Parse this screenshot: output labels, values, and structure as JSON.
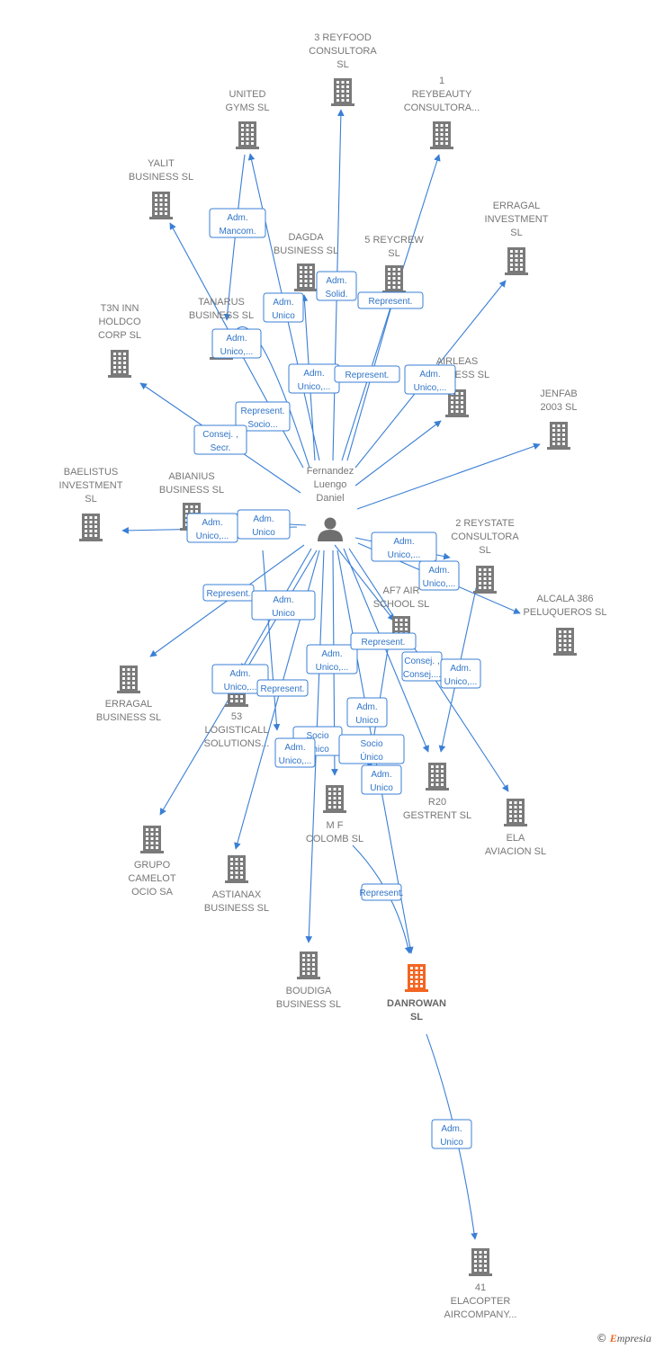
{
  "person": {
    "name_lines": [
      "Fernandez",
      "Luengo",
      "Daniel"
    ]
  },
  "companies": [
    {
      "id": "reyfood",
      "lines": [
        "3 REYFOOD",
        "CONSULTORA",
        "SL"
      ]
    },
    {
      "id": "united",
      "lines": [
        "UNITED",
        "GYMS  SL"
      ]
    },
    {
      "id": "reybeauty",
      "lines": [
        "1",
        "REYBEAUTY",
        "CONSULTORA..."
      ]
    },
    {
      "id": "yalit",
      "lines": [
        "YALIT",
        "BUSINESS  SL"
      ]
    },
    {
      "id": "erragal_inv",
      "lines": [
        "ERRAGAL",
        "INVESTMENT",
        "SL"
      ]
    },
    {
      "id": "dagda",
      "lines": [
        "DAGDA",
        "BUSINESS  SL"
      ]
    },
    {
      "id": "reycrew",
      "lines": [
        "5 REYCREW",
        "SL"
      ]
    },
    {
      "id": "tanarus",
      "lines": [
        "TANARUS",
        "BUSINESS  SL"
      ]
    },
    {
      "id": "t3n",
      "lines": [
        "T3N INN",
        "HOLDCO",
        "CORP  SL"
      ]
    },
    {
      "id": "airleas",
      "lines": [
        "AIRLEAS",
        "BUSINESS  SL"
      ]
    },
    {
      "id": "jenfab",
      "lines": [
        "JENFAB",
        "2003 SL"
      ]
    },
    {
      "id": "baelistus",
      "lines": [
        "BAELISTUS",
        "INVESTMENT",
        "SL"
      ]
    },
    {
      "id": "abianius",
      "lines": [
        "ABIANIUS",
        "BUSINESS  SL"
      ]
    },
    {
      "id": "reystate",
      "lines": [
        "2 REYSTATE",
        "CONSULTORA",
        "SL"
      ]
    },
    {
      "id": "alcala",
      "lines": [
        "ALCALA 386",
        "PELUQUEROS SL"
      ]
    },
    {
      "id": "af7",
      "lines": [
        "AF7 AIR",
        "SCHOOL  SL"
      ]
    },
    {
      "id": "erragal_bus",
      "lines": [
        "ERRAGAL",
        "BUSINESS  SL"
      ]
    },
    {
      "id": "logisticall",
      "lines": [
        "53",
        "LOGISTICALL",
        "SOLUTIONS..."
      ]
    },
    {
      "id": "r20",
      "lines": [
        "R20",
        "GESTRENT  SL"
      ]
    },
    {
      "id": "ela",
      "lines": [
        "ELA",
        "AVIACION SL"
      ]
    },
    {
      "id": "mf",
      "lines": [
        "M F",
        "COLOMB SL"
      ]
    },
    {
      "id": "camelot",
      "lines": [
        "GRUPO",
        "CAMELOT",
        "OCIO SA"
      ]
    },
    {
      "id": "astianax",
      "lines": [
        "ASTIANAX",
        "BUSINESS  SL"
      ]
    },
    {
      "id": "boudiga",
      "lines": [
        "BOUDIGA",
        "BUSINESS  SL"
      ]
    },
    {
      "id": "danrowan",
      "lines": [
        "DANROWAN",
        "SL"
      ],
      "focus": true
    },
    {
      "id": "elacopter",
      "lines": [
        "41",
        "ELACOPTER",
        "AIRCOMPANY..."
      ]
    }
  ],
  "relations": [
    {
      "lines": [
        "Adm.",
        "Mancom."
      ]
    },
    {
      "lines": [
        "Adm.",
        "Solid."
      ]
    },
    {
      "lines": [
        "Adm.",
        "Unico"
      ]
    },
    {
      "lines": [
        "Represent."
      ]
    },
    {
      "lines": [
        "Adm.",
        "Unico,..."
      ]
    },
    {
      "lines": [
        "Adm.",
        "Unico,..."
      ]
    },
    {
      "lines": [
        "Represent."
      ]
    },
    {
      "lines": [
        "Adm.",
        "Unico,..."
      ]
    },
    {
      "lines": [
        "Represent.",
        "Socio..."
      ]
    },
    {
      "lines": [
        "Consej. ,",
        "Secr."
      ]
    },
    {
      "lines": [
        "Adm.",
        "Unico,..."
      ]
    },
    {
      "lines": [
        "Adm.",
        "Unico"
      ]
    },
    {
      "lines": [
        "Adm.",
        "Unico,..."
      ]
    },
    {
      "lines": [
        "Adm.",
        "Unico,..."
      ]
    },
    {
      "lines": [
        "Represent."
      ]
    },
    {
      "lines": [
        "Adm.",
        "Unico"
      ]
    },
    {
      "lines": [
        "Adm.",
        "Unico,..."
      ]
    },
    {
      "lines": [
        "Represent."
      ]
    },
    {
      "lines": [
        "Adm.",
        "Unico,..."
      ]
    },
    {
      "lines": [
        "Represent."
      ]
    },
    {
      "lines": [
        "Consej. ,",
        "Consej...."
      ]
    },
    {
      "lines": [
        "Adm.",
        "Unico,..."
      ]
    },
    {
      "lines": [
        "Adm.",
        "Unico"
      ]
    },
    {
      "lines": [
        "Socio",
        "Único"
      ]
    },
    {
      "lines": [
        "Socio",
        "Único"
      ]
    },
    {
      "lines": [
        "Adm.",
        "Unico,..."
      ]
    },
    {
      "lines": [
        "Adm.",
        "Unico"
      ]
    },
    {
      "lines": [
        "Represent."
      ]
    },
    {
      "lines": [
        "Adm.",
        "Unico"
      ]
    },
    {
      "lines": [
        "Adm.",
        "Unico"
      ]
    },
    {
      "lines": [
        "Socio",
        "Único"
      ]
    }
  ],
  "footer": {
    "copyright": "©",
    "brand_initial": "E",
    "brand_rest": "mpresia"
  },
  "colors": {
    "edge": "#3a7fd5",
    "building": "#7a7a7a",
    "focus_building": "#f26522",
    "person": "#6f6f6f"
  }
}
